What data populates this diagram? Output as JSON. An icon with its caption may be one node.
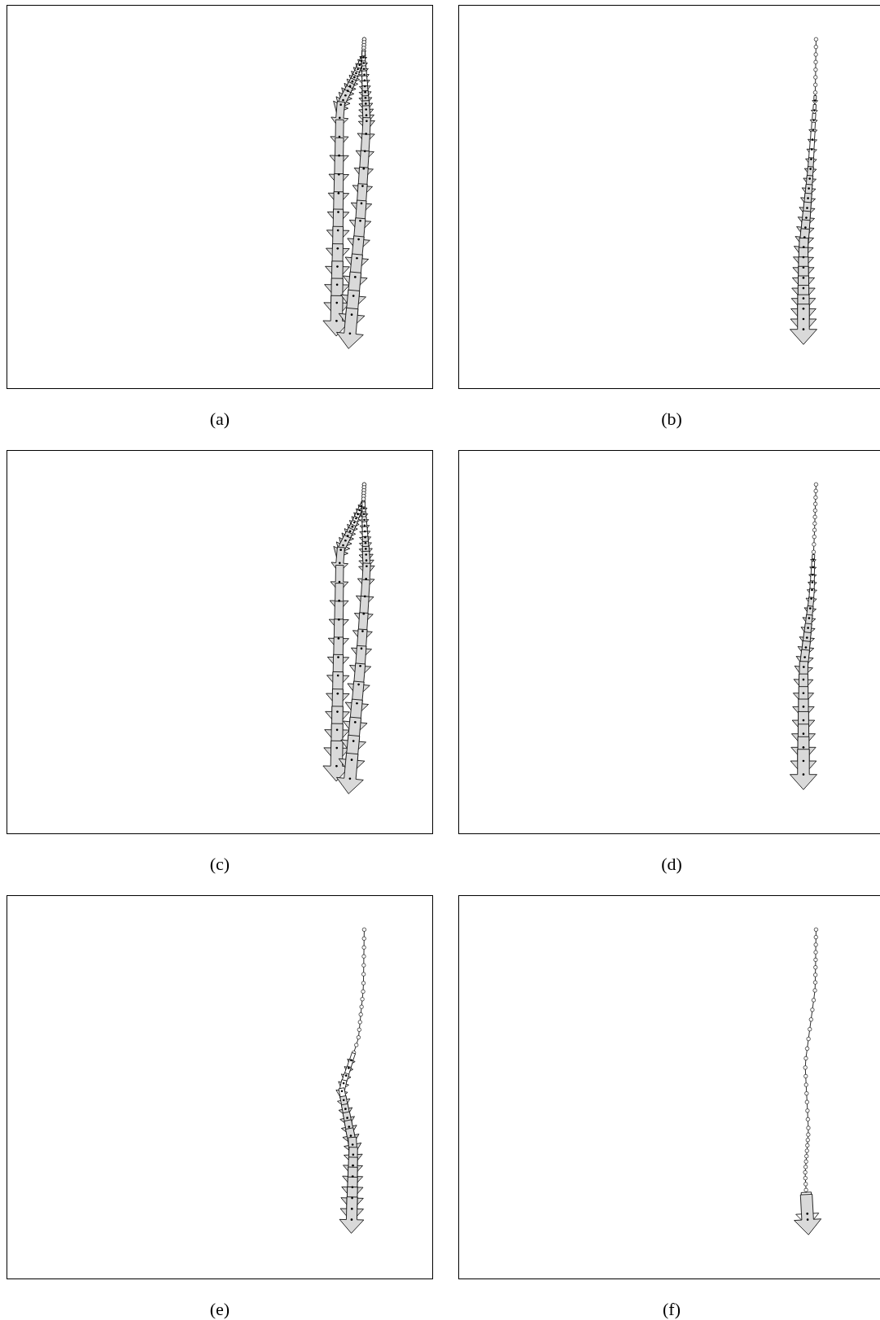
{
  "diagram": {
    "nodes": [
      {
        "text": [],
        "shape": "box",
        "beside": [
          "(a)"
        ]
      },
      {
        "text": [],
        "shape": "box",
        "beside": [
          "(b)"
        ]
      },
      {
        "text": [],
        "shape": "box",
        "beside": [
          "(c)"
        ]
      },
      {
        "text": [],
        "shape": "box",
        "beside": [
          "(d)"
        ]
      },
      {
        "text": [],
        "shape": "box",
        "beside": [
          "(e)"
        ]
      },
      {
        "text": [],
        "shape": "box",
        "beside": [
          "(f)"
        ]
      }
    ]
  }
}
